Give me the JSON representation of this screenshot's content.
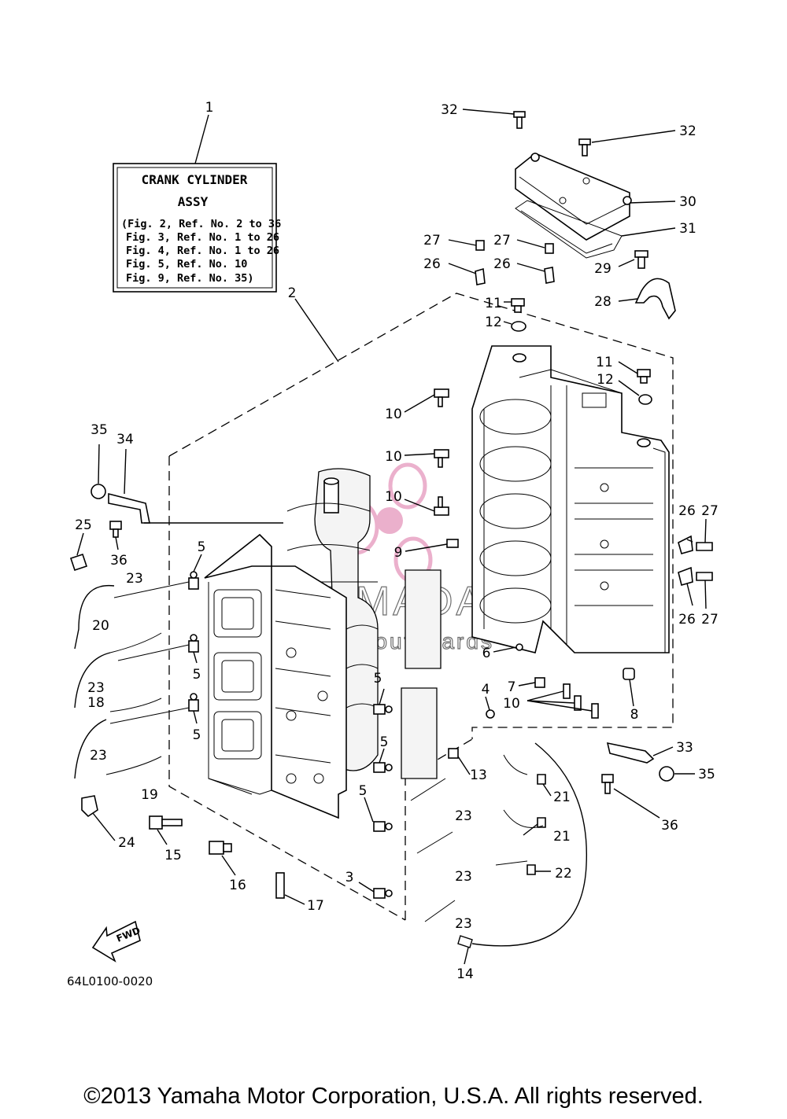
{
  "info_box": {
    "title_line1": "CRANK CYLINDER",
    "title_line2": "ASSY",
    "refs": [
      "(Fig. 2, Ref. No. 2 to 36",
      "Fig. 3, Ref. No. 1 to 26",
      "Fig. 4, Ref. No. 1 to 26",
      "Fig. 5, Ref. No. 10",
      "Fig. 9, Ref. No. 35)"
    ]
  },
  "callouts": [
    {
      "id": "c1",
      "label": "1"
    },
    {
      "id": "c2",
      "label": "2"
    },
    {
      "id": "c3",
      "label": "3"
    },
    {
      "id": "c4",
      "label": "4"
    },
    {
      "id": "c5a",
      "label": "5"
    },
    {
      "id": "c5b",
      "label": "5"
    },
    {
      "id": "c5c",
      "label": "5"
    },
    {
      "id": "c5d",
      "label": "5"
    },
    {
      "id": "c5e",
      "label": "5"
    },
    {
      "id": "c5f",
      "label": "5"
    },
    {
      "id": "c6",
      "label": "6"
    },
    {
      "id": "c7",
      "label": "7"
    },
    {
      "id": "c8",
      "label": "8"
    },
    {
      "id": "c9",
      "label": "9"
    },
    {
      "id": "c10a",
      "label": "10"
    },
    {
      "id": "c10b",
      "label": "10"
    },
    {
      "id": "c10c",
      "label": "10"
    },
    {
      "id": "c10d",
      "label": "10"
    },
    {
      "id": "c11a",
      "label": "11"
    },
    {
      "id": "c11b",
      "label": "11"
    },
    {
      "id": "c12a",
      "label": "12"
    },
    {
      "id": "c12b",
      "label": "12"
    },
    {
      "id": "c13",
      "label": "13"
    },
    {
      "id": "c14",
      "label": "14"
    },
    {
      "id": "c15",
      "label": "15"
    },
    {
      "id": "c16",
      "label": "16"
    },
    {
      "id": "c17",
      "label": "17"
    },
    {
      "id": "c18",
      "label": "18"
    },
    {
      "id": "c19",
      "label": "19"
    },
    {
      "id": "c20",
      "label": "20"
    },
    {
      "id": "c21a",
      "label": "21"
    },
    {
      "id": "c21b",
      "label": "21"
    },
    {
      "id": "c22",
      "label": "22"
    },
    {
      "id": "c23a",
      "label": "23"
    },
    {
      "id": "c23b",
      "label": "23"
    },
    {
      "id": "c23c",
      "label": "23"
    },
    {
      "id": "c23d",
      "label": "23"
    },
    {
      "id": "c23e",
      "label": "23"
    },
    {
      "id": "c23f",
      "label": "23"
    },
    {
      "id": "c24",
      "label": "24"
    },
    {
      "id": "c25",
      "label": "25"
    },
    {
      "id": "c26a",
      "label": "26"
    },
    {
      "id": "c26b",
      "label": "26"
    },
    {
      "id": "c26c",
      "label": "26"
    },
    {
      "id": "c26d",
      "label": "26"
    },
    {
      "id": "c27a",
      "label": "27"
    },
    {
      "id": "c27b",
      "label": "27"
    },
    {
      "id": "c27c",
      "label": "27"
    },
    {
      "id": "c27d",
      "label": "27"
    },
    {
      "id": "c28",
      "label": "28"
    },
    {
      "id": "c29",
      "label": "29"
    },
    {
      "id": "c30",
      "label": "30"
    },
    {
      "id": "c31",
      "label": "31"
    },
    {
      "id": "c32a",
      "label": "32"
    },
    {
      "id": "c32b",
      "label": "32"
    },
    {
      "id": "c33",
      "label": "33"
    },
    {
      "id": "c34",
      "label": "34"
    },
    {
      "id": "c35a",
      "label": "35"
    },
    {
      "id": "c35b",
      "label": "35"
    },
    {
      "id": "c36a",
      "label": "36"
    },
    {
      "id": "c36b",
      "label": "36"
    }
  ],
  "fwd_label": "FWD",
  "diagram_code": "64L0100-0020",
  "watermark": {
    "brand": "ARMADA",
    "tagline": "marine outboards",
    "color": "#e8a3c4"
  },
  "copyright": "©2013 Yamaha Motor Corporation, U.S.A. All rights reserved."
}
